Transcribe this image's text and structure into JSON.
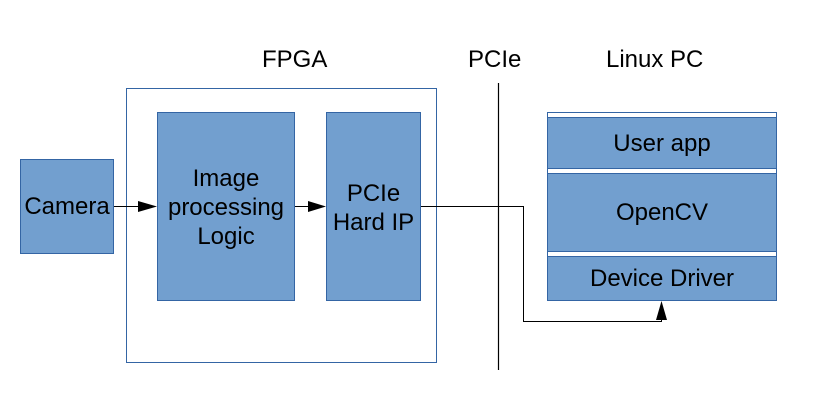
{
  "section_labels": {
    "fpga": "FPGA",
    "pcie": "PCIe",
    "linux_pc": "Linux PC"
  },
  "blocks": {
    "camera": "Camera",
    "image_processing": "Image\nprocessing\nLogic",
    "pcie_hard_ip": "PCIe\nHard IP"
  },
  "linux_stack": [
    {
      "label": "User app"
    },
    {
      "label": "OpenCV"
    },
    {
      "label": "Device Driver"
    }
  ],
  "colors": {
    "block_fill": "#729fcf",
    "block_border": "#3465a4",
    "connector": "#000000"
  }
}
